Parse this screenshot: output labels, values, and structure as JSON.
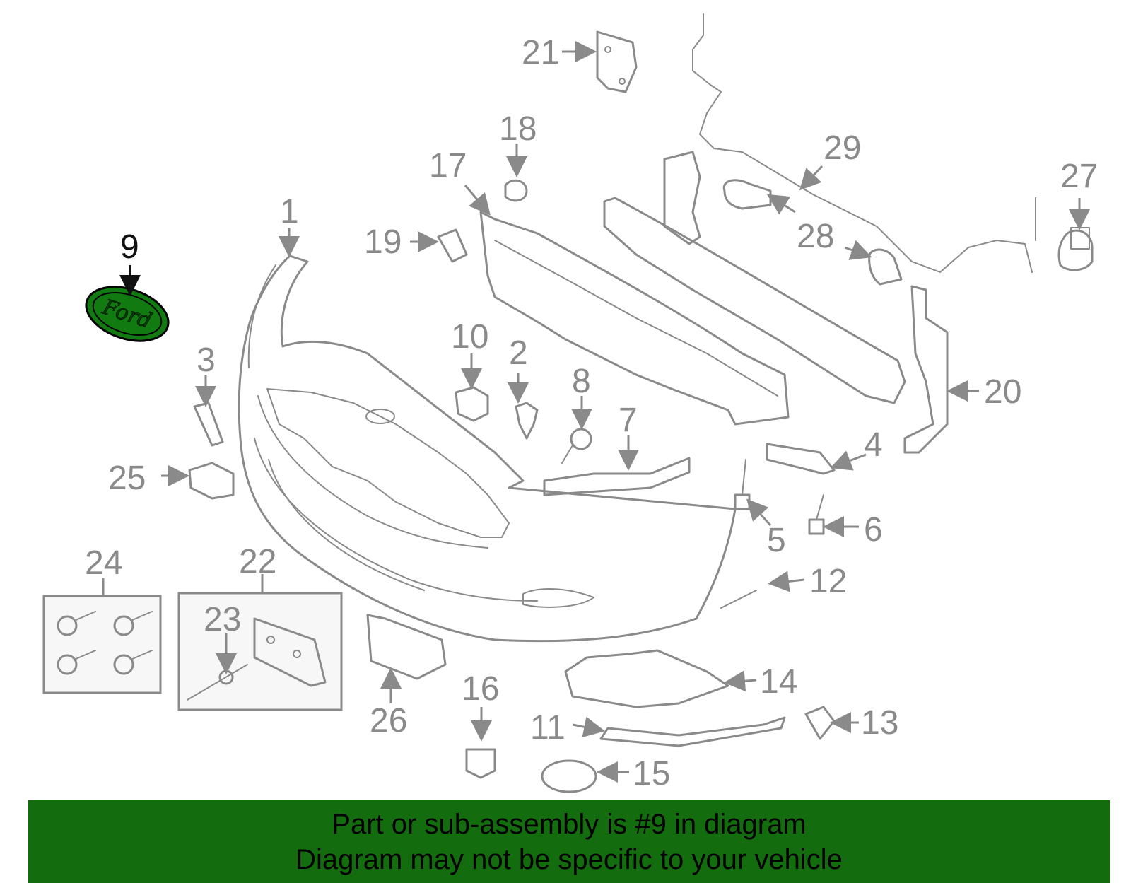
{
  "callouts": {
    "c1": "1",
    "c2": "2",
    "c3": "3",
    "c4": "4",
    "c5": "5",
    "c6": "6",
    "c7": "7",
    "c8": "8",
    "c9": "9",
    "c10": "10",
    "c11": "11",
    "c12": "12",
    "c13": "13",
    "c14": "14",
    "c15": "15",
    "c16": "16",
    "c17": "17",
    "c18": "18",
    "c19": "19",
    "c20": "20",
    "c21": "21",
    "c22": "22",
    "c23": "23",
    "c24": "24",
    "c25": "25",
    "c26": "26",
    "c27": "27",
    "c28": "28",
    "c29": "29"
  },
  "emblem": {
    "text": "Ford",
    "color": "#117a10"
  },
  "banner": {
    "line1": "Part or sub-assembly is #9 in diagram",
    "line2": "Diagram may not be specific to your vehicle",
    "color": "#136c0d"
  },
  "colors": {
    "line": "#8a8a8a",
    "highlight": "#111111"
  }
}
